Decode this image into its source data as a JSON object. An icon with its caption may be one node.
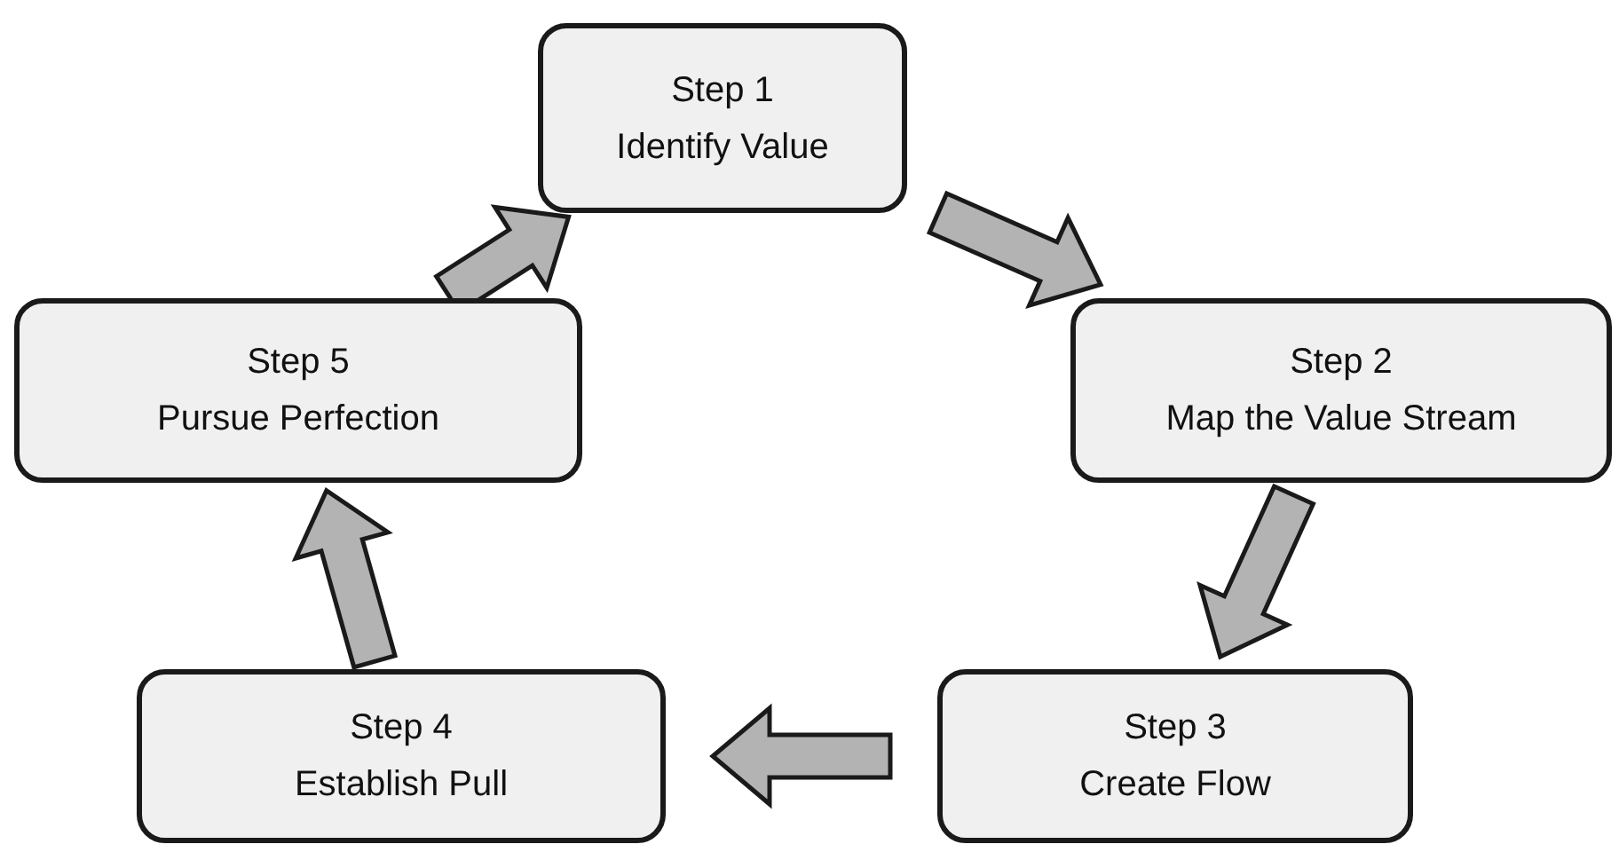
{
  "diagram": {
    "nodes": [
      {
        "text": [
          "Step 1",
          "Identify Value"
        ]
      },
      {
        "text": [
          "Step 2",
          "Map the Value Stream"
        ]
      },
      {
        "text": [
          "Step 3",
          "Create Flow"
        ]
      },
      {
        "text": [
          "Step 4",
          "Establish Pull"
        ]
      },
      {
        "text": [
          "Step 5",
          "Pursue Perfection"
        ]
      }
    ],
    "edges": [
      {
        "from": 0,
        "to": 1,
        "arrow": "to"
      },
      {
        "from": 1,
        "to": 2,
        "arrow": "to"
      },
      {
        "from": 2,
        "to": 3,
        "arrow": "to"
      },
      {
        "from": 3,
        "to": 4,
        "arrow": "to"
      },
      {
        "from": 4,
        "to": 0,
        "arrow": "to"
      }
    ]
  }
}
